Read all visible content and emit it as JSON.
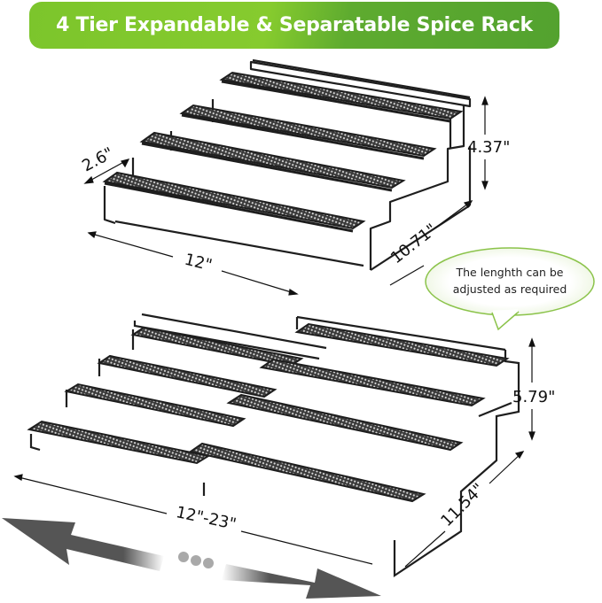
{
  "banner": {
    "title": "4 Tier Expandable & Separatable Spice Rack",
    "gradient": [
      "#7cc52c",
      "#53a22f"
    ],
    "text_color": "#ffffff"
  },
  "top_rack": {
    "tiers": 4,
    "dimensions": {
      "depth_per_tier": "2.6\"",
      "width": "12\"",
      "height": "4.37\"",
      "length": "10.71\""
    }
  },
  "bottom_rack": {
    "tiers": 4,
    "dimensions": {
      "width_range": "12\"-23\"",
      "height": "5.79\"",
      "length": "11.54\""
    }
  },
  "callout": {
    "line1": "The lenghth can be",
    "line2": "adjusted as required",
    "border_color": "#8bc34a"
  },
  "expand_indicator": {
    "arrow_color": "#555555",
    "dots": 3,
    "dot_color": "#a9a9a9"
  },
  "rack_color": "#2b2b2b"
}
